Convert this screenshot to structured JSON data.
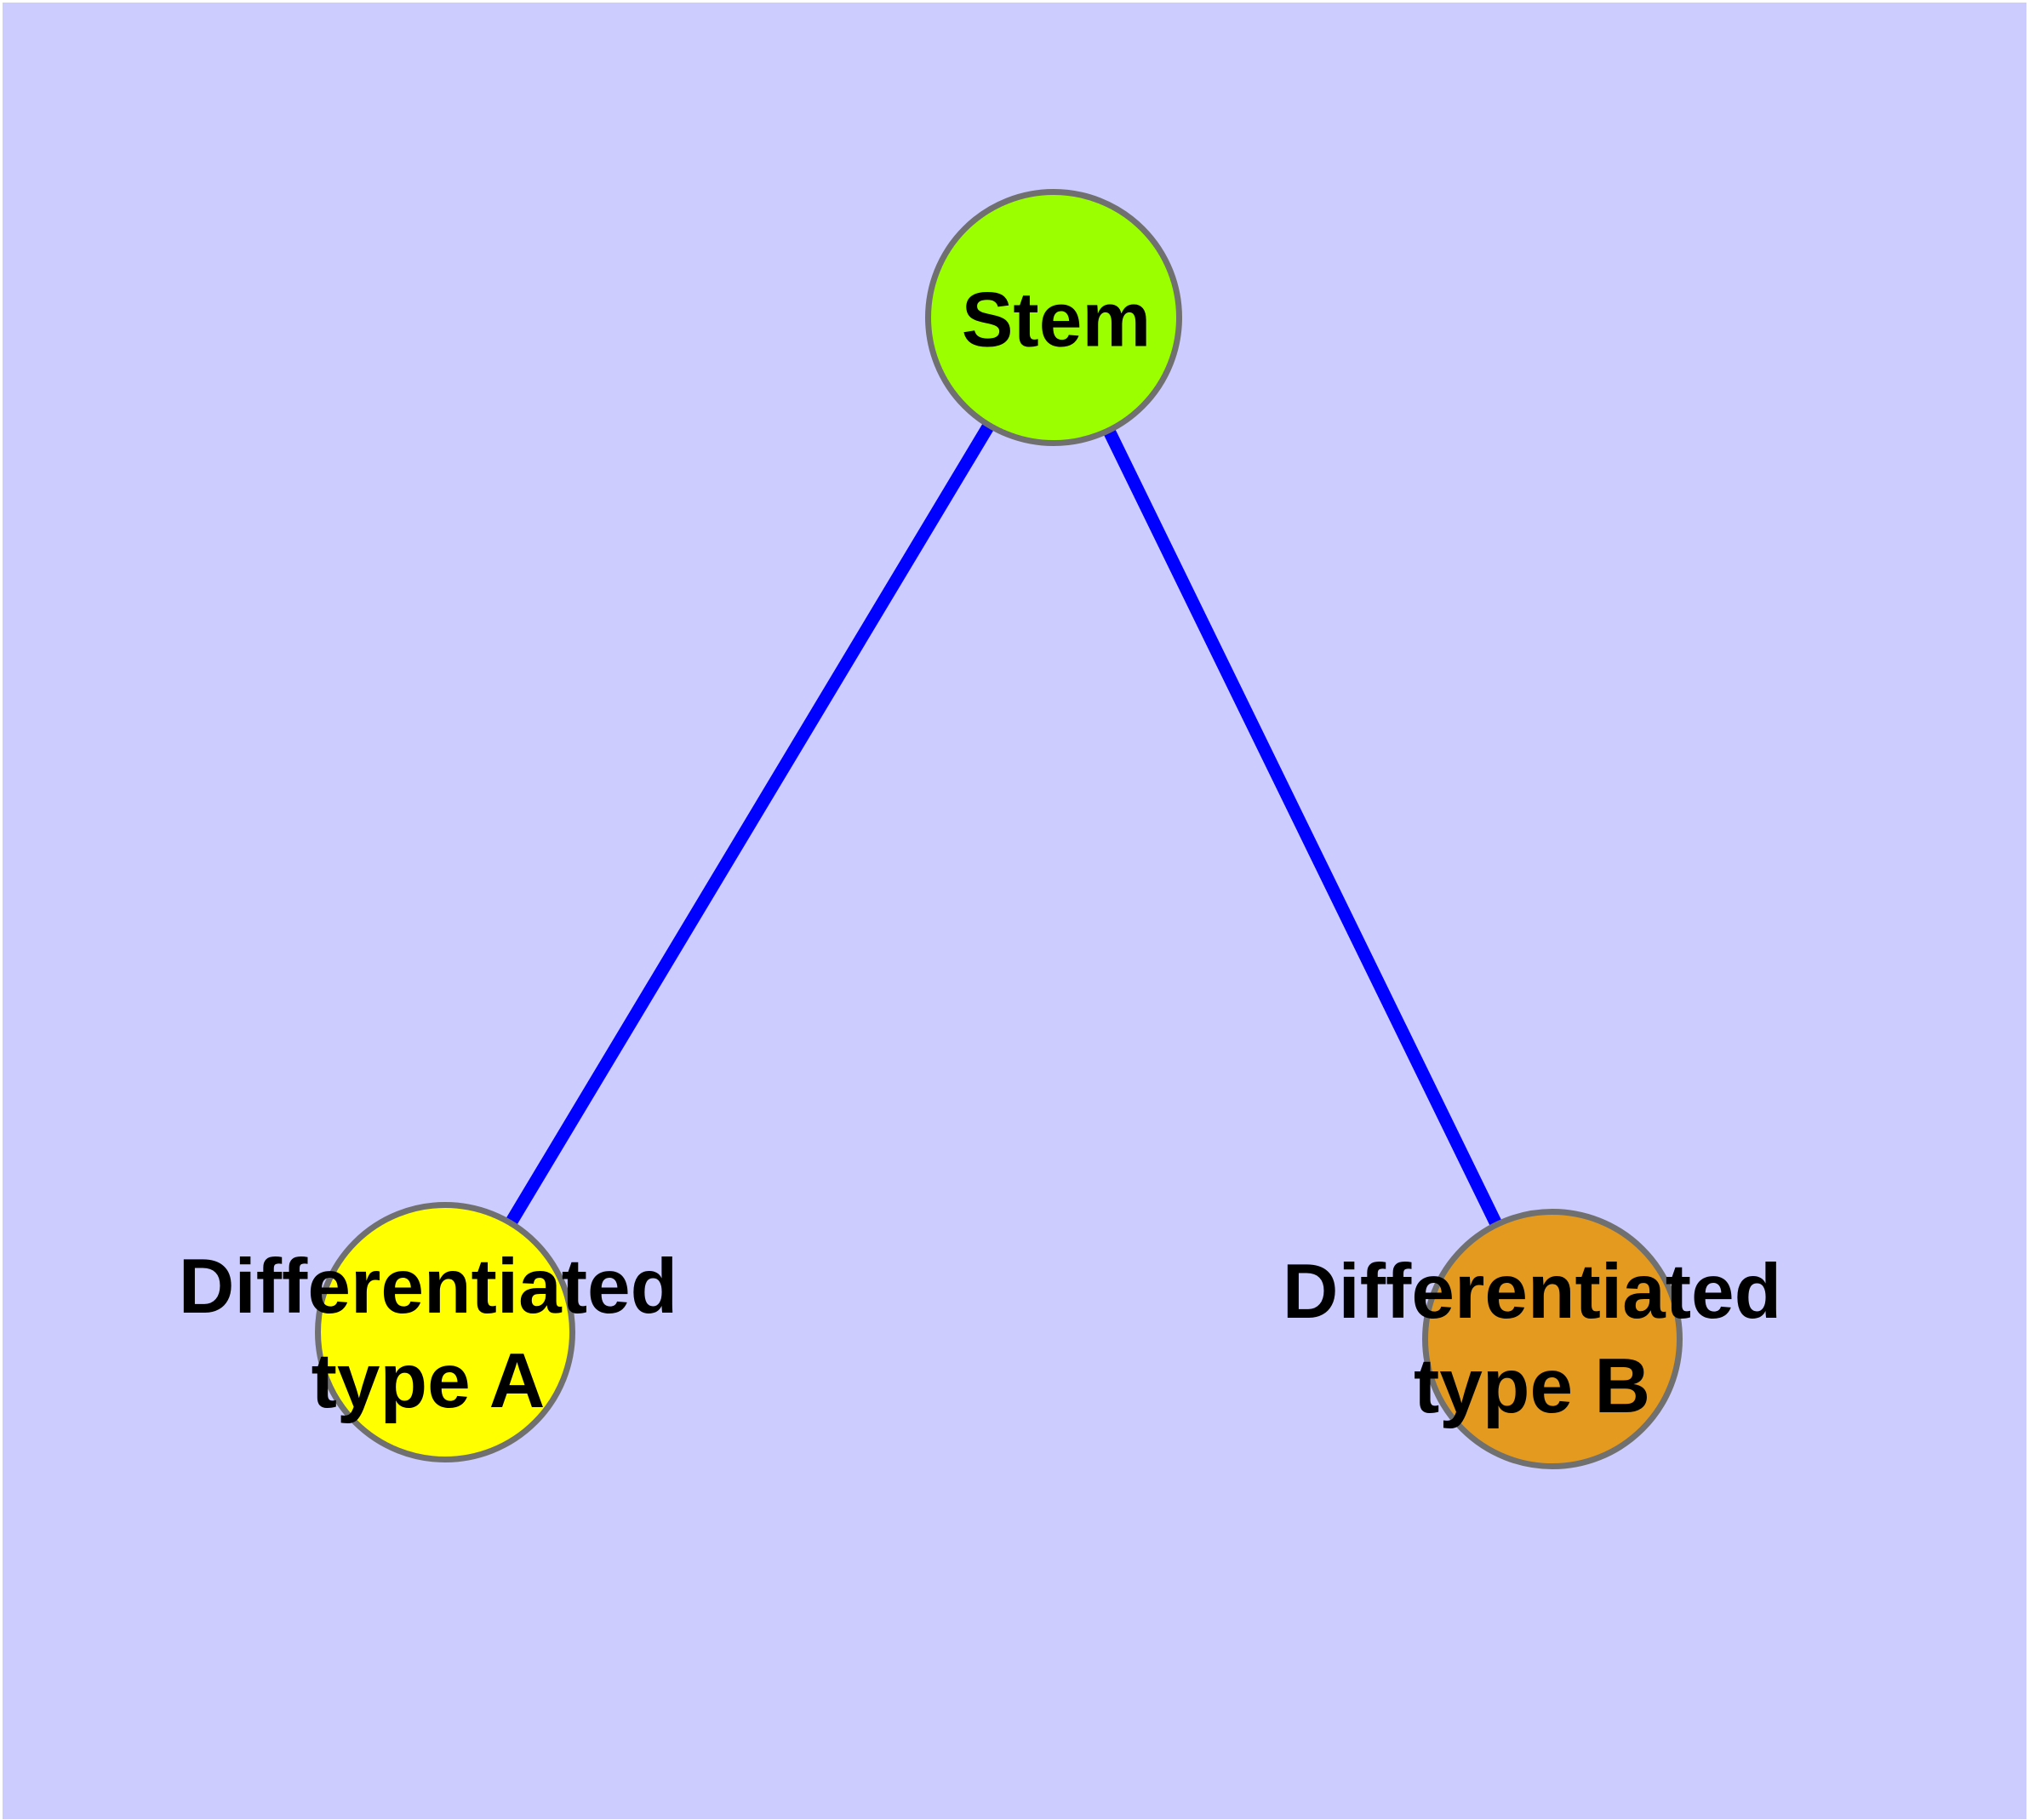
{
  "diagram": {
    "type": "graph",
    "background_color": "#CCCCFF",
    "frame_color": "#FFFFFF",
    "edge_color": "#0000FF",
    "node_border_color": "#707070",
    "label_color": "#000000",
    "nodes": [
      {
        "id": "stem",
        "lines": [
          "Stem"
        ],
        "fill": "#9BFF00"
      },
      {
        "id": "differentiated-type-a",
        "lines": [
          "Differentiated",
          "type A"
        ],
        "fill": "#FFFF00"
      },
      {
        "id": "differentiated-type-b",
        "lines": [
          "Differentiated",
          "type B"
        ],
        "fill": "#E39A1F"
      }
    ],
    "edges": [
      {
        "from": "Stem",
        "to": "Differentiated type A"
      },
      {
        "from": "Stem",
        "to": "Differentiated type B"
      }
    ]
  }
}
